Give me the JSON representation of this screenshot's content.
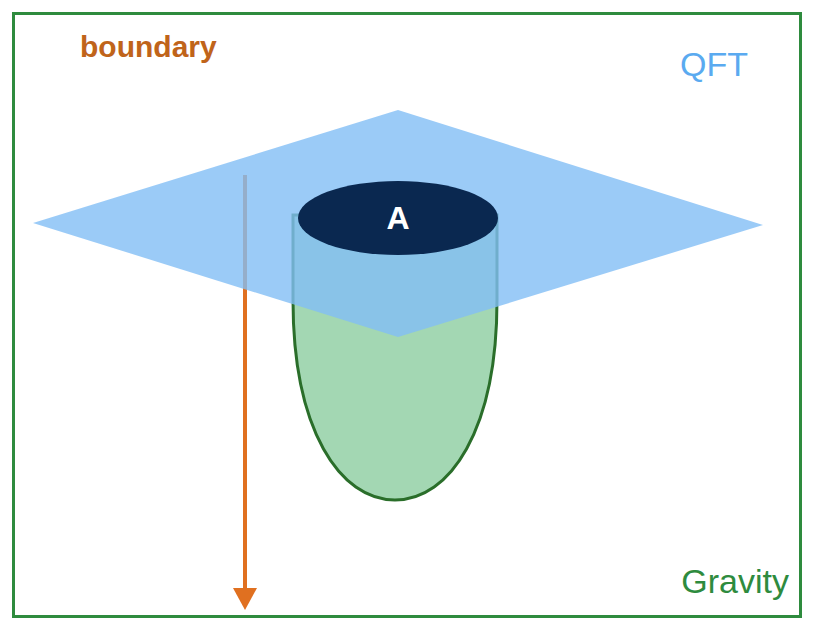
{
  "diagram": {
    "nodes": [
      {
        "text": [
          "Gravity"
        ]
      },
      {
        "text": [
          "QFT"
        ],
        "in": 0
      },
      {
        "text": [
          "A"
        ],
        "in": 1
      }
    ],
    "labels": [
      "boundary"
    ]
  }
}
